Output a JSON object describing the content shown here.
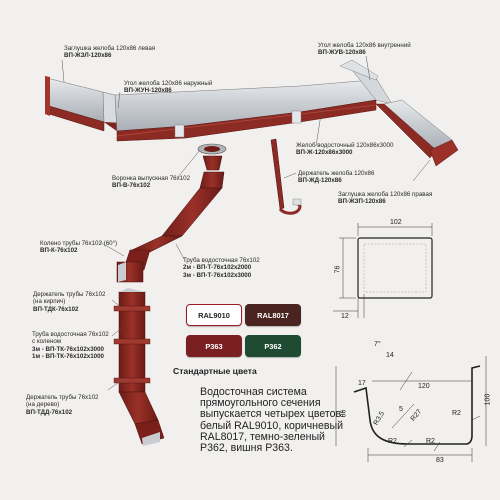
{
  "labels": {
    "end_cap_left": {
      "t1": "Заглушка желоба 120х86 левая",
      "code": "ВП-ЖЗЛ-120х86"
    },
    "inner_corner": {
      "t1": "Угол желоба 120х86 внутренний",
      "code": "ВП-ЖУВ-120х86"
    },
    "outer_corner": {
      "t1": "Угол желоба 120х86 наружный",
      "code": "ВП-ЖУН-120х86"
    },
    "gutter": {
      "t1": "Желоб водосточный 120х86х3000",
      "code": "ВП-Ж-120х86х3000"
    },
    "outlet_funnel": {
      "t1": "Воронка выпускная 76х102",
      "code": "ВП-В-76х102"
    },
    "gutter_bracket": {
      "t1": "Держатель желоба 120х86",
      "code": "ВП-ЖД-120х86"
    },
    "end_cap_right": {
      "t1": "Заглушка желоба 120х86 правая",
      "code": "ВП-ЖЗП-120х86"
    },
    "elbow": {
      "t1": "Колено трубы 76х102 (60°)",
      "code": "ВП-К-76х102"
    },
    "pipe": {
      "t1": "Труба водосточная 76х102",
      "t2": "2м - ВП-Т-76х102х2000",
      "t3": "3м - ВП-Т-76х102х3000"
    },
    "pipe_holder_brick": {
      "t1": "Держатель трубы 76х102",
      "t2": "(на кирпич)",
      "code": "ВП-ТДК-76х102"
    },
    "pipe_with_elbow": {
      "t1": "Труба водосточная 76х102",
      "t2": "с коленом",
      "t3": "3м - ВП-ТК-76х102х3000",
      "t4": "1м - ВП-ТК-76х102х1000"
    },
    "pipe_holder_wood": {
      "t1": "Держатель трубы 76х102",
      "t2": "(на дерево)",
      "code": "ВП-ТДД-76х102"
    }
  },
  "swatches": [
    {
      "label": "RAL9010",
      "bg": "#ffffff",
      "fg": "#222222",
      "border": "#9a1c25"
    },
    {
      "label": "RAL8017",
      "bg": "#4a2420",
      "fg": "#ffffff",
      "border": "#4a2420"
    },
    {
      "label": "P363",
      "bg": "#7a1f22",
      "fg": "#ffffff",
      "border": "#7a1f22"
    },
    {
      "label": "P362",
      "bg": "#1f4b33",
      "fg": "#ffffff",
      "border": "#1f4b33"
    }
  ],
  "standard_colors_title": "Стандартные цвета",
  "description": "Водосточная система прямоугольного сечения выпускается четырех цветов: белый RAL9010, коричневый RAL8017, темно-зеленый Р362, вишня Р363.",
  "pipe_dims": {
    "width": "102",
    "height": "76",
    "wall": "12"
  },
  "profile_dims": {
    "d7": "7°",
    "d14": "14",
    "d17": "17",
    "dR35": "R3,5",
    "d5": "5",
    "d120": "120",
    "d86": "86",
    "dR27": "R27",
    "d100": "100",
    "dR2a": "R2",
    "dR2b": "R2",
    "dR2c": "R2",
    "d83": "83"
  },
  "colors": {
    "background": "#f1f0ee",
    "gutter_face": "#8c2a24",
    "gutter_dark": "#5e1814",
    "inner_metal": "#c9cdd2"
  }
}
